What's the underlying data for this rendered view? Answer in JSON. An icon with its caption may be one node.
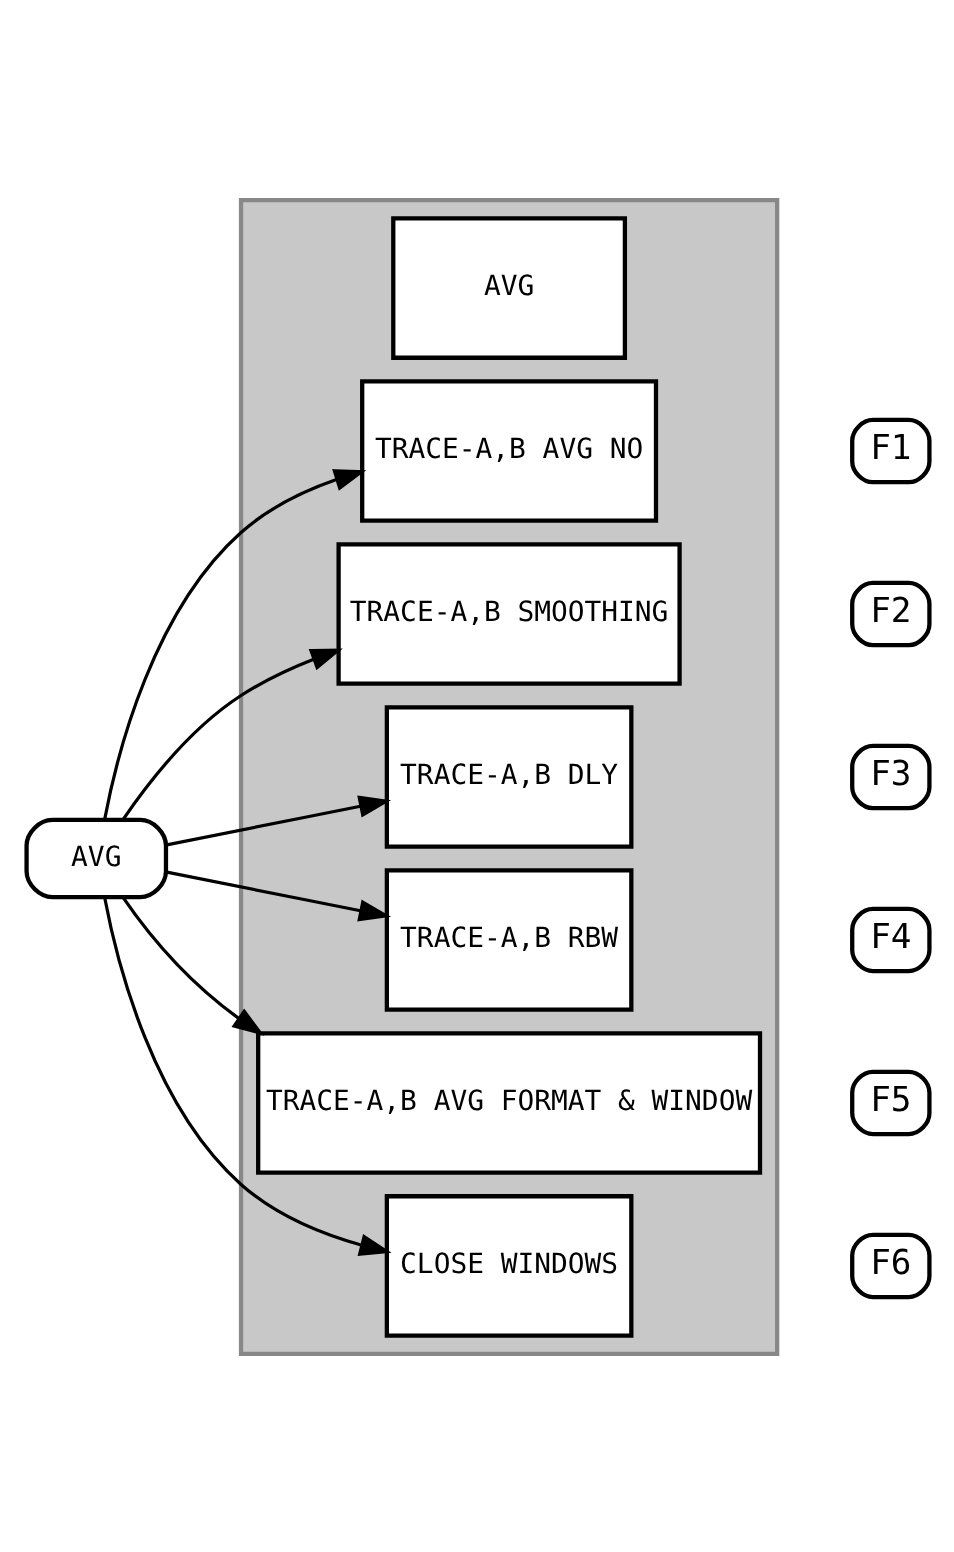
{
  "diagram": {
    "nodes": [
      {
        "text": [
          "AVG"
        ]
      },
      {
        "text": [],
        "shape": "box"
      },
      {
        "text": [
          "AVG"
        ],
        "in": 1
      },
      {
        "text": [
          "TRACE-A,B AVG NO"
        ],
        "in": 1
      },
      {
        "text": [
          "TRACE-A,B SMOOTHING"
        ],
        "in": 1
      },
      {
        "text": [
          "TRACE-A,B DLY"
        ],
        "in": 1
      },
      {
        "text": [
          "TRACE-A,B RBW"
        ],
        "in": 1
      },
      {
        "text": [
          "TRACE-A,B AVG FORMAT & WINDOW"
        ],
        "in": 1
      },
      {
        "text": [
          "CLOSE WINDOWS"
        ],
        "in": 1
      },
      {
        "text": [
          "F1"
        ]
      },
      {
        "text": [
          "F2"
        ]
      },
      {
        "text": [
          "F3"
        ]
      },
      {
        "text": [
          "F4"
        ]
      },
      {
        "text": [
          "F5"
        ]
      },
      {
        "text": [
          "F6"
        ]
      }
    ],
    "edges": [
      {
        "from": 0,
        "to": 3,
        "arrow": "to"
      },
      {
        "from": 0,
        "to": 4,
        "arrow": "to"
      },
      {
        "from": 0,
        "to": 5,
        "arrow": "to"
      },
      {
        "from": 0,
        "to": 6,
        "arrow": "to"
      },
      {
        "from": 0,
        "to": 7,
        "arrow": "to"
      },
      {
        "from": 0,
        "to": 8,
        "arrow": "to"
      }
    ]
  }
}
